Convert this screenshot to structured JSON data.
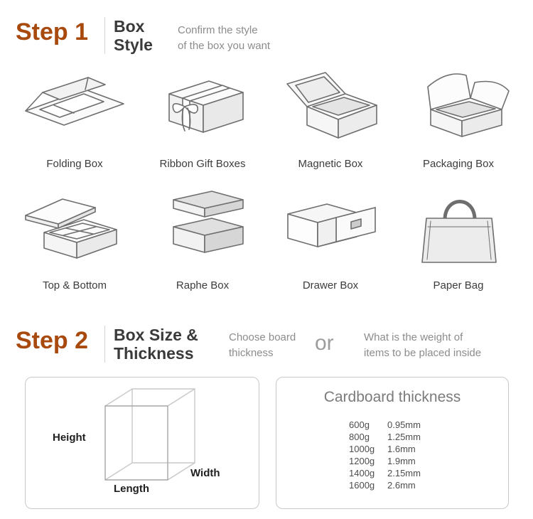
{
  "step1": {
    "label": "Step 1",
    "title_line1": "Box",
    "title_line2": "Style",
    "desc_line1": "Confirm the style",
    "desc_line2": "of the box you want",
    "boxes": [
      {
        "label": "Folding Box"
      },
      {
        "label": "Ribbon Gift Boxes"
      },
      {
        "label": "Magnetic Box"
      },
      {
        "label": "Packaging Box"
      },
      {
        "label": "Top & Bottom"
      },
      {
        "label": "Raphe Box"
      },
      {
        "label": "Drawer Box"
      },
      {
        "label": "Paper Bag"
      }
    ]
  },
  "step2": {
    "label": "Step 2",
    "title_line1": "Box Size &",
    "title_line2": "Thickness",
    "option1_line1": "Choose board",
    "option1_line2": "thickness",
    "or_word": "or",
    "option2_line1": "What is the weight of",
    "option2_line2": "items to be placed inside",
    "size_labels": {
      "height": "Height",
      "width": "Width",
      "length": "Length"
    },
    "thickness": {
      "title": "Cardboard thickness",
      "rows": [
        {
          "weight": "600g",
          "mm": "0.95mm"
        },
        {
          "weight": "800g",
          "mm": "1.25mm"
        },
        {
          "weight": "1000g",
          "mm": "1.6mm"
        },
        {
          "weight": "1200g",
          "mm": "1.9mm"
        },
        {
          "weight": "1400g",
          "mm": "2.15mm"
        },
        {
          "weight": "1600g",
          "mm": "2.6mm"
        }
      ]
    }
  },
  "colors": {
    "accent": "#a8490e",
    "heading": "#3a3a3a",
    "muted": "#8c8c8c"
  }
}
